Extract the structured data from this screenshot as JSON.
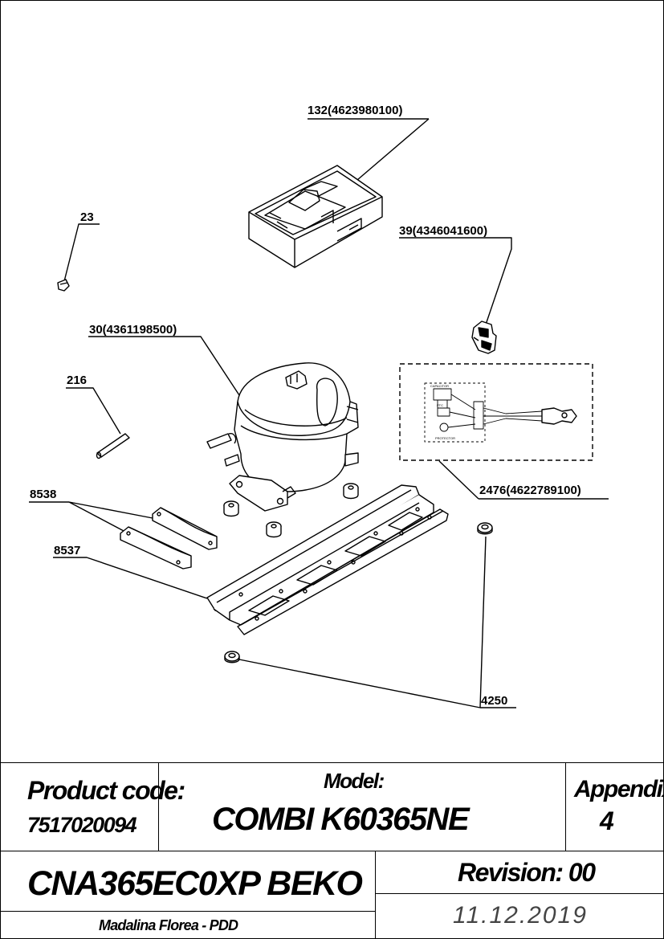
{
  "parts": {
    "p132": "132(4623980100)",
    "p23": "23",
    "p39": "39(4346041600)",
    "p30": "30(4361198500)",
    "p216": "216",
    "p2476": "2476(4622789100)",
    "p8538": "8538",
    "p8537": "8537",
    "p4250": "4250"
  },
  "wiring": {
    "capacitor": "CAPACITOR",
    "ptc": "PTC",
    "protector": "PROTECTOR"
  },
  "title_block": {
    "product_code_label": "Product code:",
    "product_code_value": "7517020094",
    "model_label": "Model:",
    "model_value": "COMBI K60365NE",
    "appendix_label": "Appendix:",
    "appendix_value": "4",
    "drawing_name": "CNA365EC0XP BEKO",
    "revision": "Revision: 00",
    "author": "Madalina Florea - PDD",
    "date": "11.12.2019"
  }
}
